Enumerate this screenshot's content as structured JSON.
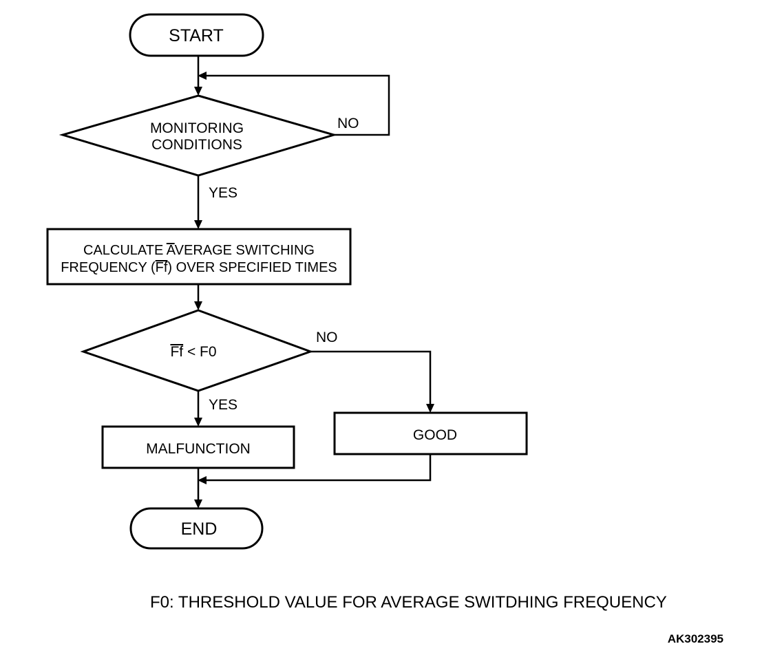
{
  "nodes": {
    "start": "START",
    "monitoring_line1": "MONITORING",
    "monitoring_line2": "CONDITIONS",
    "calc_line1_a": "CALCULATE",
    "calc_line1_b": "AVERAGE SWITCHING",
    "calc_line2_a": "FREQUENCY (",
    "calc_line2_ff": "Ff",
    "calc_line2_b": ") OVER SPECIFIED TIMES",
    "cond_ff": "Ff",
    "cond_rest": " < F0",
    "malfunction": "MALFUNCTION",
    "good": "GOOD",
    "end": "END"
  },
  "edges": {
    "monitoring_no": "NO",
    "monitoring_yes": "YES",
    "cond_no": "NO",
    "cond_yes": "YES"
  },
  "footnote": "F0: THRESHOLD VALUE FOR AVERAGE SWITDHING FREQUENCY",
  "figure_id": "AK302395"
}
